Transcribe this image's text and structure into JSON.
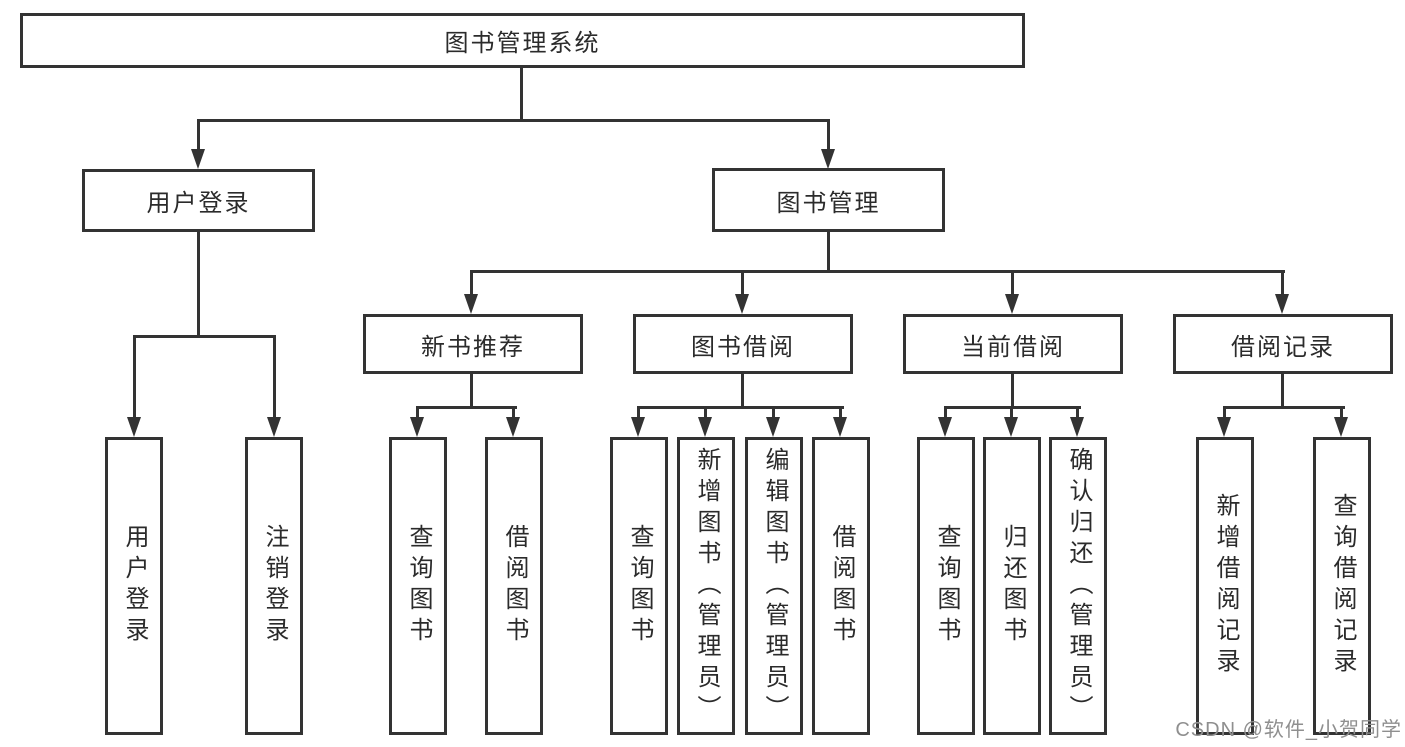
{
  "diagram": {
    "root": "图书管理系统",
    "level2": [
      {
        "id": "user-login",
        "label": "用户登录",
        "children": [
          "用户登录",
          "注销登录"
        ]
      },
      {
        "id": "book-management",
        "label": "图书管理"
      }
    ],
    "level3": [
      {
        "id": "new-book-recommend",
        "label": "新书推荐",
        "children": [
          "查询图书",
          "借阅图书"
        ]
      },
      {
        "id": "book-borrowing",
        "label": "图书借阅",
        "children": [
          "查询图书",
          "新增图书（管理员）",
          "编辑图书（管理员）",
          "借阅图书"
        ]
      },
      {
        "id": "current-borrowing",
        "label": "当前借阅",
        "children": [
          "查询图书",
          "归还图书",
          "确认归还（管理员）"
        ]
      },
      {
        "id": "borrow-records",
        "label": "借阅记录",
        "children": [
          "新增借阅记录",
          "查询借阅记录"
        ]
      }
    ],
    "watermark": "CSDN @软件_小贺同学",
    "colors": {
      "line": "#333333",
      "box_border": "#333333",
      "box_background": "#ffffff",
      "text": "#2b2b2b",
      "watermark": "#8f8f8f",
      "background": "#ffffff"
    }
  }
}
